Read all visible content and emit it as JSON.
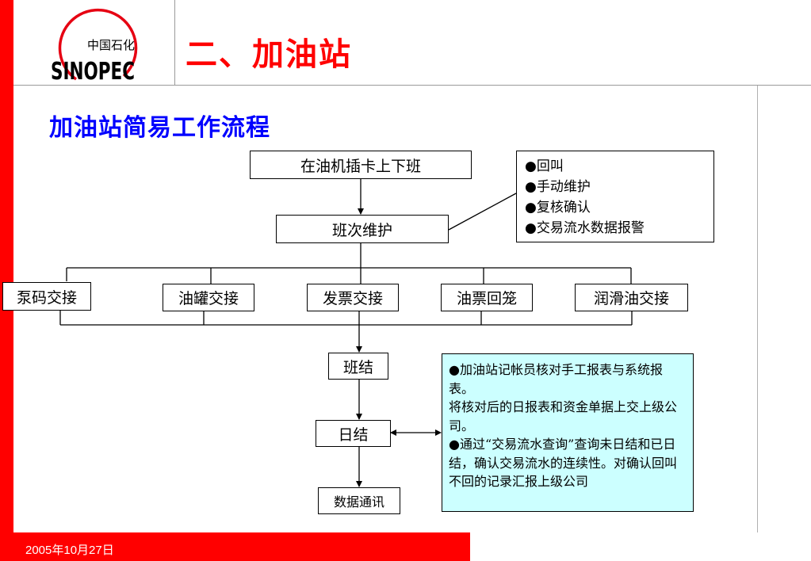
{
  "header": {
    "title": "二、加油站",
    "logo_text_cn": "中国石化",
    "logo_text_en": "SINOPEC"
  },
  "subtitle": "加油站简易工作流程",
  "flow": {
    "start": "在油机插卡上下班",
    "shift": "班次维护",
    "shift_notes": [
      "●回叫",
      "●手动维护",
      "●复核确认",
      "●交易流水数据报警"
    ],
    "handovers": [
      "泵码交接",
      "油罐交接",
      "发票交接",
      "油票回笼",
      "润滑油交接"
    ],
    "shift_close": "班结",
    "day_close": "日结",
    "data_comm": "数据通讯",
    "day_notes": [
      "●加油站记帐员核对手工报表与系统报表。",
      "将核对后的日报表和资金单据上交上级公司。",
      "●通过“交易流水查询”查询未日结和已日结，确认交易流水的连续性。对确认回叫不回的记录汇报上级公司"
    ]
  },
  "footer": {
    "date": "2005年10月27日"
  },
  "colors": {
    "accent": "#ff0000",
    "subtitle": "#0000ff",
    "note_bg": "#ccffff"
  }
}
